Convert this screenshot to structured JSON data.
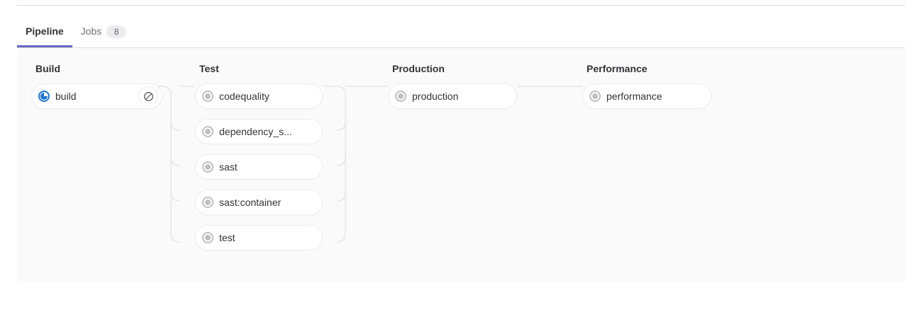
{
  "tabs": [
    {
      "label": "Pipeline",
      "active": true,
      "badge": null
    },
    {
      "label": "Jobs",
      "active": false,
      "badge": "8"
    }
  ],
  "colors": {
    "accent": "#6666c4",
    "running": "#1f75cb",
    "created": "#bfbfc3",
    "panel_bg": "#fafafa",
    "border": "#dcdcde",
    "text": "#333238",
    "muted_text": "#737278"
  },
  "pipeline": {
    "stages": [
      {
        "name": "Build",
        "jobs": [
          {
            "name": "build",
            "status": "running",
            "status_icon": "status-running-icon",
            "action": "cancel-icon"
          }
        ]
      },
      {
        "name": "Test",
        "jobs": [
          {
            "name": "codequality",
            "status": "created",
            "status_icon": "status-created-icon",
            "action": null
          },
          {
            "name": "dependency_s...",
            "status": "created",
            "status_icon": "status-created-icon",
            "action": null
          },
          {
            "name": "sast",
            "status": "created",
            "status_icon": "status-created-icon",
            "action": null
          },
          {
            "name": "sast:container",
            "status": "created",
            "status_icon": "status-created-icon",
            "action": null
          },
          {
            "name": "test",
            "status": "created",
            "status_icon": "status-created-icon",
            "action": null
          }
        ]
      },
      {
        "name": "Production",
        "jobs": [
          {
            "name": "production",
            "status": "created",
            "status_icon": "status-created-icon",
            "action": null
          }
        ]
      },
      {
        "name": "Performance",
        "jobs": [
          {
            "name": "performance",
            "status": "created",
            "status_icon": "status-created-icon",
            "action": null
          }
        ]
      }
    ]
  }
}
